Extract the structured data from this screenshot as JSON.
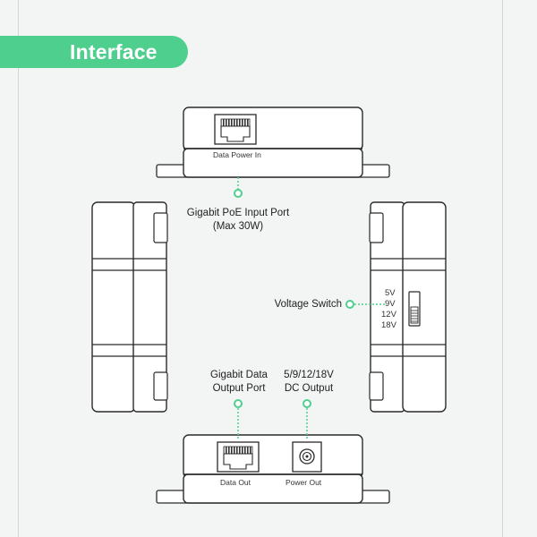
{
  "title": "Interface",
  "device_labels": {
    "data_power_in": "Data Power In",
    "data_out": "Data Out",
    "power_out": "Power Out"
  },
  "callouts": {
    "poe_input_line1": "Gigabit PoE Input Port",
    "poe_input_line2": "(Max 30W)",
    "voltage_switch": "Voltage Switch",
    "data_output_line1": "Gigabit Data",
    "data_output_line2": "Output Port",
    "dc_output_line1": "5/9/12/18V",
    "dc_output_line2": "DC Output"
  },
  "voltage_options": [
    "5V",
    "9V",
    "12V",
    "18V"
  ],
  "colors": {
    "accent": "#4fcf8e",
    "background": "#f3f4f4",
    "device_fill": "#ffffff",
    "outline": "#2a2a2a"
  }
}
